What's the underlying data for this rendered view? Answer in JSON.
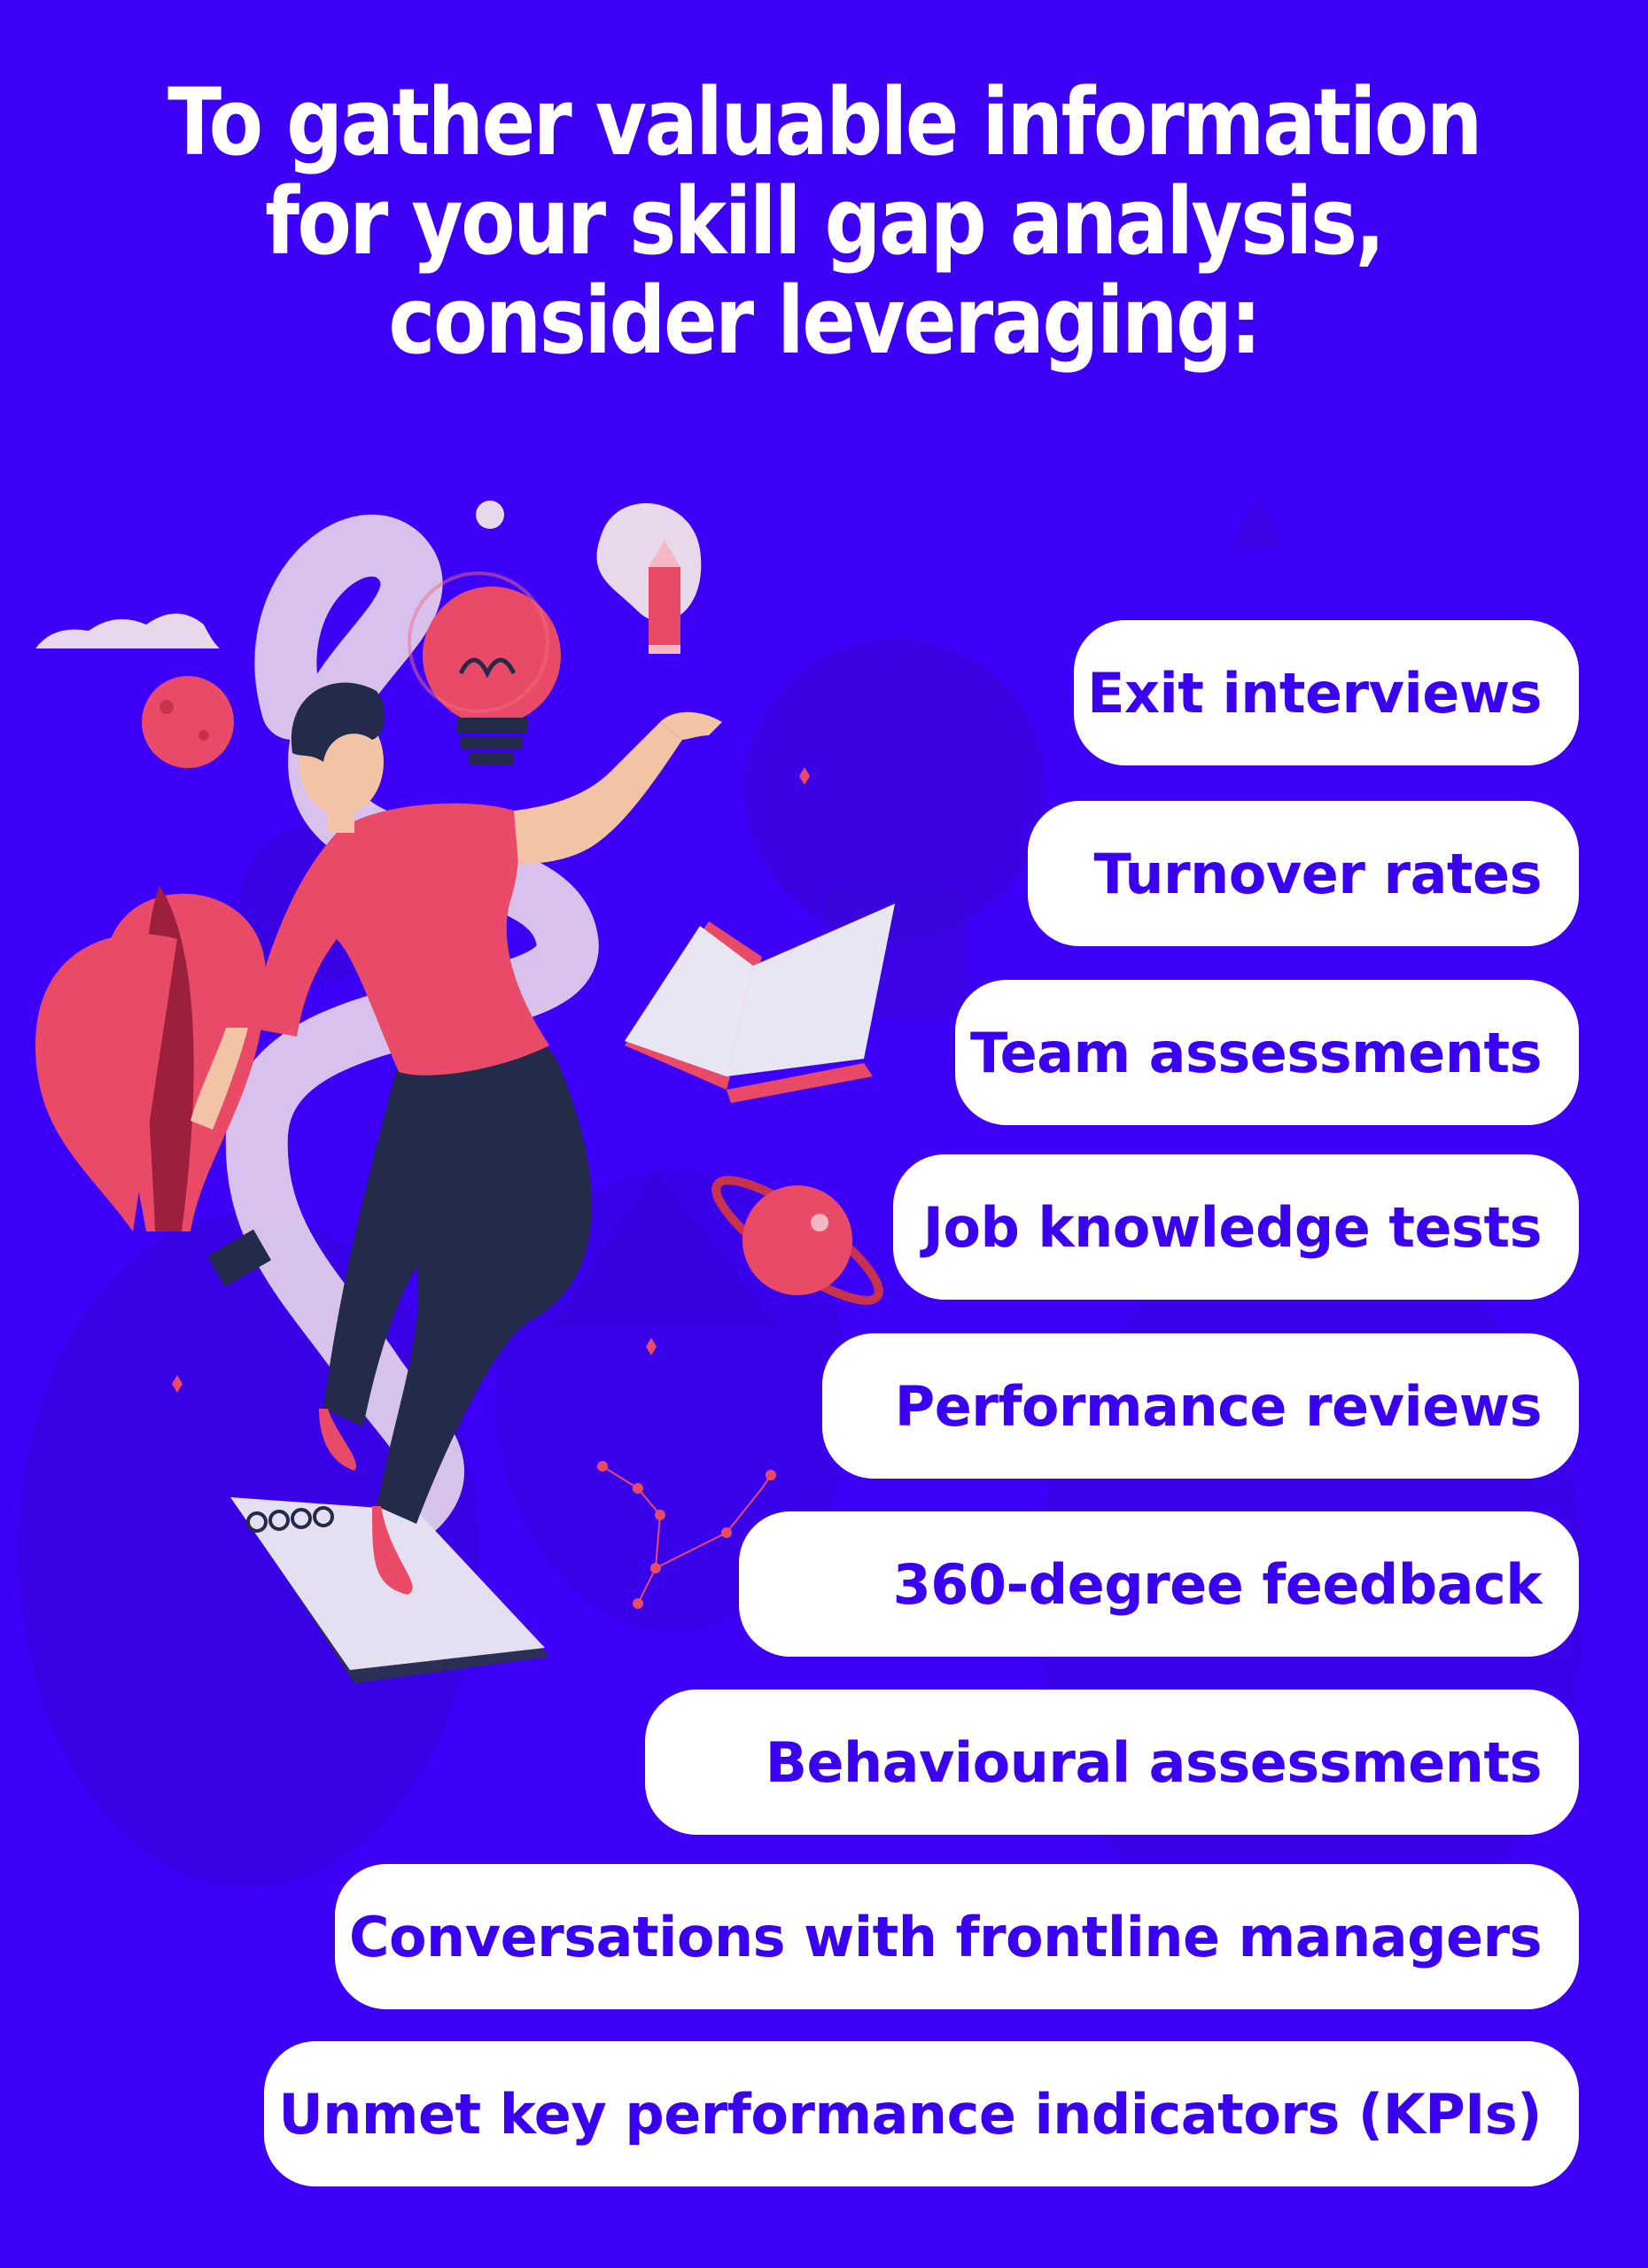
{
  "headline": {
    "lines": [
      "To gather valuable information",
      "for your skill gap analysis,",
      "consider leveraging:"
    ]
  },
  "sources": [
    "Exit interviews",
    "Turnover rates",
    "Team assessments",
    "Job knowledge tests",
    "Performance reviews",
    "360-degree feedback",
    "Behavioural assessments",
    "Conversations with frontline managers",
    "Unmet key performance indicators (KPIs)"
  ],
  "colors": {
    "background": "#3d00f6",
    "pill": "#ffffff",
    "pill_text": "#3a00f0",
    "accent_red": "#e94a67",
    "dark_navy": "#232a4a",
    "lavender": "#e9d7ec"
  },
  "icons": [
    "person-illustration-icon",
    "lightbulb-icon",
    "pencil-icon",
    "open-book-icon",
    "planet-icon",
    "hot-air-balloon-icon",
    "notebook-icon",
    "cloud-icon",
    "moon-icon",
    "constellation-icon"
  ]
}
